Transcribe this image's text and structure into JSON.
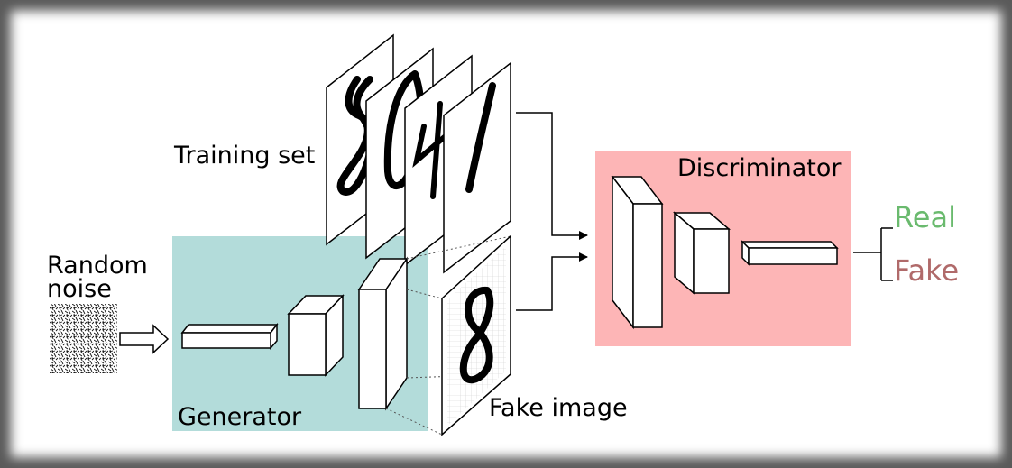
{
  "labels": {
    "training_set": "Training set",
    "random_noise_line1": "Random",
    "random_noise_line2": "noise",
    "generator": "Generator",
    "discriminator": "Discriminator",
    "fake_image": "Fake image",
    "output_real": "Real",
    "output_fake": "Fake"
  },
  "training_digits": [
    "8",
    "0",
    "4",
    "1"
  ],
  "fake_digit": "8",
  "colors": {
    "generator_bg": "#b3dcda",
    "discriminator_bg": "#fdb5b6",
    "real": "#6aba6e",
    "fake": "#b06a6a",
    "stroke": "#000000"
  }
}
